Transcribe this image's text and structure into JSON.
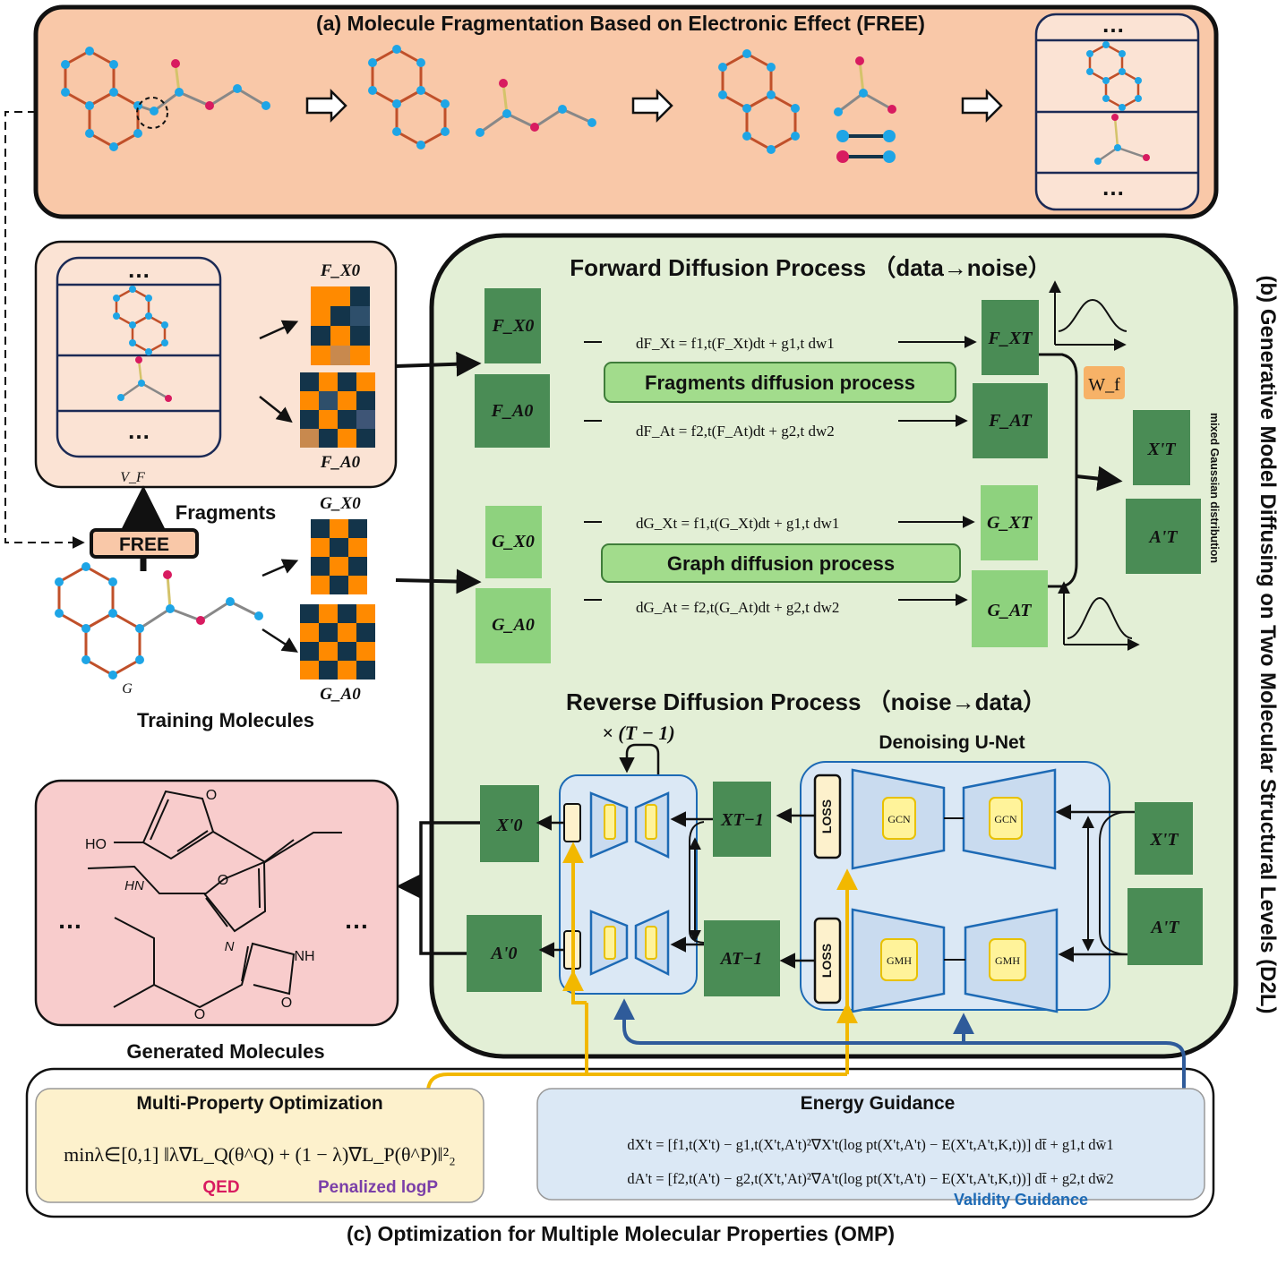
{
  "colors": {
    "panel_a_fill": "#f9c8a8",
    "fragments_fill": "#fbe3d4",
    "panel_b_fill": "#e3efd6",
    "generated_fill": "#f8cccc",
    "mpo_fill": "#fdf1cc",
    "energy_fill": "#dbe8f5",
    "dark_green": "#4a8c55",
    "light_green": "#8ed27e",
    "process_pill": "#a2dc8c",
    "orange": "#ff8a00",
    "navy": "#13344a",
    "bond": "#c0502a",
    "atom": "#1ea5e6",
    "hetero": "#d81b60",
    "unet_blue": "#1d6ab5",
    "guide_yellow": "#f2b800",
    "guide_blue": "#2f5b9a"
  },
  "icons": {
    "process_arrow": "hollow-right-arrow-icon",
    "gaussian": "gaussian-curve-icon",
    "loop": "loop-arrow-icon",
    "block": "unet-block-icon"
  },
  "panel_a": {
    "title": "(a) Molecule Fragmentation Based on Electronic Effect (FREE)",
    "ellipsis_top": "…",
    "ellipsis_bottom": "…"
  },
  "side_title": "(b) Generative Model Diffusing on Two Molecular Structural Levels (D2L)",
  "left": {
    "fragments_label": "Fragments",
    "free_button": "FREE",
    "vf_label": "V_F",
    "g_label": "G",
    "training_label": "Training Molecules",
    "ellipsis_top": "…",
    "ellipsis_bottom": "…",
    "fx0_label": "F_X0",
    "fa0_label": "F_A0",
    "gx0_label": "G_X0",
    "ga0_label": "G_A0"
  },
  "forward": {
    "title": "Forward Diffusion Process （data→noise）",
    "fragments_pill": "Fragments diffusion process",
    "graph_pill": "Graph diffusion process",
    "eq_fx": "dF_Xt = f1,t(F_Xt)dt + g1,t dw1",
    "eq_fa": "dF_At = f2,t(F_At)dt + g2,t dw2",
    "eq_gx": "dG_Xt = f1,t(G_Xt)dt + g1,t dw1",
    "eq_ga": "dG_At = f2,t(G_At)dt + g2,t dw2",
    "wf_label": "W_f",
    "mixed_label": "mixed Gaussian distribution",
    "box_fx0": "F_X0",
    "box_fa0": "F_A0",
    "box_gx0": "G_X0",
    "box_ga0": "G_A0",
    "box_fxt": "F_XT",
    "box_fat": "F_AT",
    "box_gxt": "G_XT",
    "box_gat": "G_AT",
    "box_xt": "X'T",
    "box_at": "A'T"
  },
  "reverse": {
    "title": "Reverse Diffusion Process （noise→data）",
    "repeat_label": "× (T − 1)",
    "unet_title": "Denoising U-Net",
    "loss_label": "LOSS",
    "gcn_label": "GCN",
    "gmh_label": "GMH",
    "box_x0": "X'0",
    "box_a0": "A'0",
    "box_xt1": "XT−1",
    "box_at1": "AT−1",
    "box_xt": "X'T",
    "box_at": "A'T"
  },
  "generated": {
    "label": "Generated Molecules",
    "ellipsis_left": "…",
    "ellipsis_right": "…",
    "atom_o1": "O",
    "atom_ho": "HO",
    "atom_hn": "HN",
    "atom_o2": "O",
    "atom_n": "N",
    "atom_nh": "NH",
    "atom_o3": "O",
    "atom_o4": "O"
  },
  "panel_c": {
    "title": "(c) Optimization for Multiple Molecular Properties (OMP)",
    "mpo_title": "Multi-Property Optimization",
    "mpo_formula": "minλ∈[0,1] ‖λ∇L_Q(θ^Q) + (1 − λ)∇L_P(θ^P)‖²₂",
    "qed_label": "QED",
    "logp_label": "Penalized logP",
    "energy_title": "Energy Guidance",
    "energy_eq1": "dX't = [f1,t(X't) − g1,t(X't,A't)²∇X't(log pt(X't,A't) − E(X't,A't,K,t))] dt̄ + g1,t dw̄1",
    "energy_eq2": "dA't = [f2,t(A't) − g2,t(X't,'At)²∇A't(log pt(X't,A't) − E(X't,A't,K,t))] dt̄ + g2,t dw̄2",
    "validity_label": "Validity Guidance"
  }
}
